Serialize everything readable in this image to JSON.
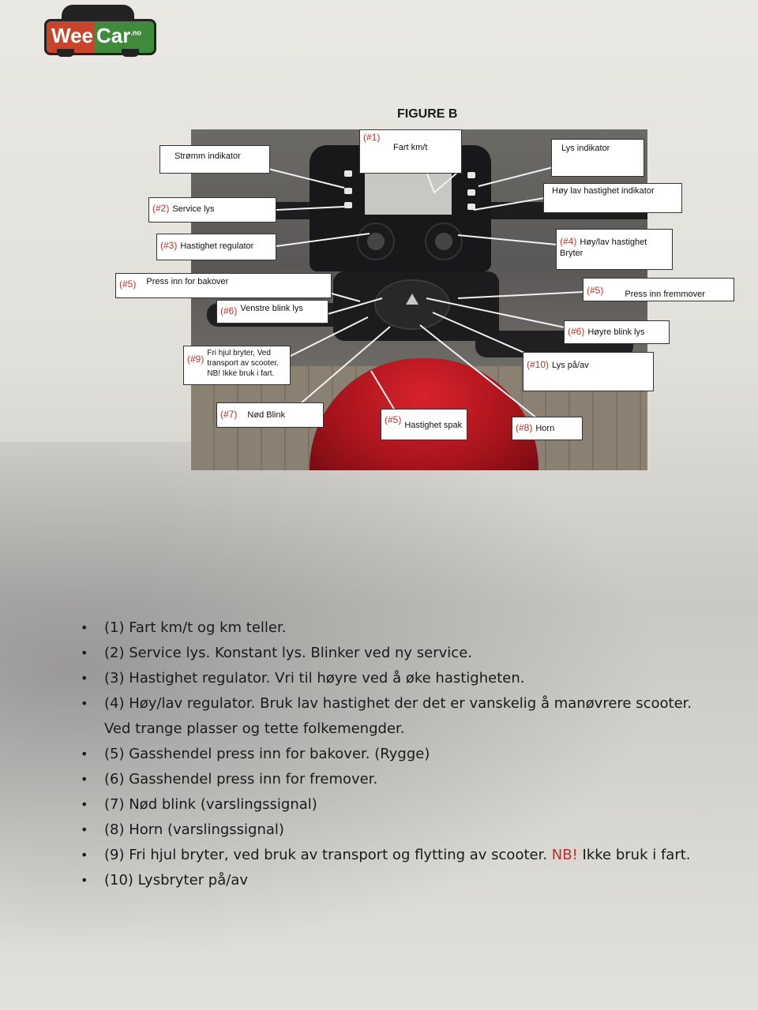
{
  "logo": {
    "wee": "Wee",
    "car": "Car",
    "suffix": ".no"
  },
  "figure": {
    "title": "FIGURE B",
    "callouts": [
      {
        "id": "fart",
        "num": "(#1)",
        "label": "Fart km/t"
      },
      {
        "id": "strom",
        "num": "",
        "label": "Strømm indikator"
      },
      {
        "id": "lys-ind",
        "num": "",
        "label": "Lys indikator"
      },
      {
        "id": "service",
        "num": "(#2)",
        "label": "Service lys"
      },
      {
        "id": "hoy-lav-ind",
        "num": "",
        "label": "Høy lav hastighet indikator"
      },
      {
        "id": "regulator",
        "num": "(#3)",
        "label": "Hastighet regulator"
      },
      {
        "id": "bryter",
        "num": "(#4)",
        "label": "Høy/lav hastighet Bryter"
      },
      {
        "id": "bakover",
        "num": "(#5)",
        "label": "Press inn for bakover"
      },
      {
        "id": "fremmover",
        "num": "(#5)",
        "label": "Press inn fremmover"
      },
      {
        "id": "venstre",
        "num": "(#6)",
        "label": "Venstre blink lys"
      },
      {
        "id": "hoyre",
        "num": "(#6)",
        "label": "Høyre blink lys"
      },
      {
        "id": "frihjul",
        "num": "(#9)",
        "label": "Fri hjul bryter, Ved transport av scooter. NB! Ikke bruk i fart."
      },
      {
        "id": "lys",
        "num": "(#10)",
        "label": "Lys på/av"
      },
      {
        "id": "nod",
        "num": "(#7)",
        "label": "Nød Blink"
      },
      {
        "id": "spak",
        "num": "(#5)",
        "label": "Hastighet spak"
      },
      {
        "id": "horn",
        "num": "(#8)",
        "label": "Horn"
      }
    ]
  },
  "list": [
    {
      "text": "(1) Fart km/t og km teller."
    },
    {
      "text": "(2) Service lys. Konstant lys. Blinker ved ny service."
    },
    {
      "text": "(3) Hastighet regulator. Vri til høyre ved å øke hastigheten."
    },
    {
      "text": "(4) Høy/lav regulator. Bruk lav hastighet der det er vanskelig å manøvrere scooter."
    },
    {
      "text": "Ved trange plasser og tette folkemengder."
    },
    {
      "text": "(5) Gasshendel press inn for bakover. (Rygge)"
    },
    {
      "text": "(6) Gasshendel press inn for fremover."
    },
    {
      "text": "(7) Nød blink (varslingssignal)"
    },
    {
      "text": "(8) Horn (varslingssignal)"
    },
    {
      "text_a": "(9) Fri hjul bryter, ved bruk av transport og flytting av scooter. ",
      "nb": "NB!",
      "text_b": " Ikke bruk i fart."
    },
    {
      "text": "(10) Lysbryter på/av"
    }
  ],
  "colors": {
    "accent_red": "#b8332a",
    "logo_red": "#c8452c",
    "logo_green": "#3f8a3b"
  }
}
